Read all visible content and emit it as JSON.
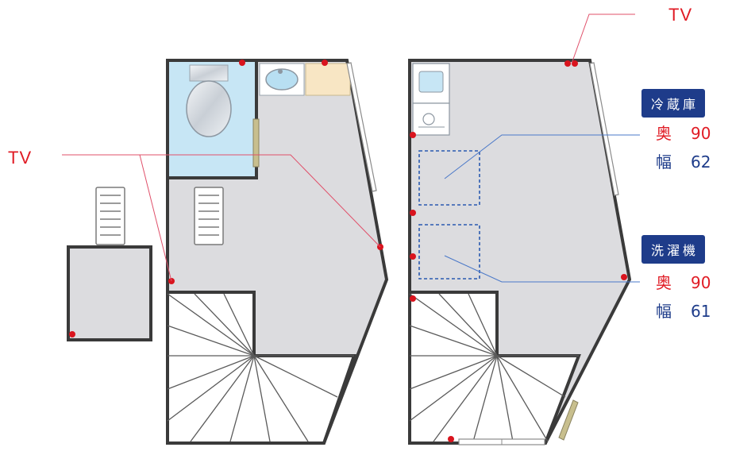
{
  "labels": {
    "tv_left": "TV",
    "tv_top": "TV"
  },
  "fridge": {
    "name": "冷蔵庫",
    "depth_label": "奥",
    "depth_value": "90",
    "width_label": "幅",
    "width_value": "62"
  },
  "washer": {
    "name": "洗濯機",
    "depth_label": "奥",
    "depth_value": "90",
    "width_label": "幅",
    "width_value": "61"
  },
  "colors": {
    "wall": "#3a3a3a",
    "floor": "#dcdcdf",
    "bath": "#c7e6f5",
    "outlet": "#d9141e",
    "leader_red": "#e0506a",
    "leader_blue": "#4a78c8",
    "badge": "#1e3c8a",
    "depth_text": "#e01b24",
    "width_text": "#1e3c8a",
    "cabinet": "#f8e6c4"
  }
}
